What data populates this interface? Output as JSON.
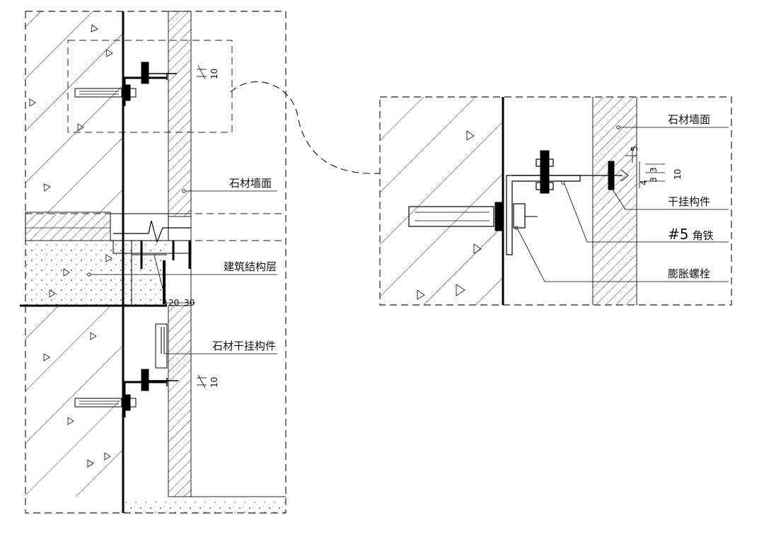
{
  "left_section": {
    "labels": {
      "stone_wall": "石材墙面",
      "structure_layer": "建筑结构层",
      "stone_hanger": "石材干挂构件"
    },
    "dims": {
      "top_gap": "10",
      "bottom_gap": "10",
      "joint_a": "20",
      "joint_b": "30"
    }
  },
  "detail": {
    "labels": {
      "stone_wall": "石材墙面",
      "hanger": "干挂构件",
      "angle_prefix": "#5",
      "angle_text": "角铁",
      "anchor_bolt": "膨胀螺栓"
    },
    "dims": {
      "d5": "5",
      "d3a": "3",
      "d3b": "3",
      "d10": "10",
      "d4": "4"
    }
  },
  "colors": {
    "line": "#111111",
    "background": "#ffffff"
  }
}
